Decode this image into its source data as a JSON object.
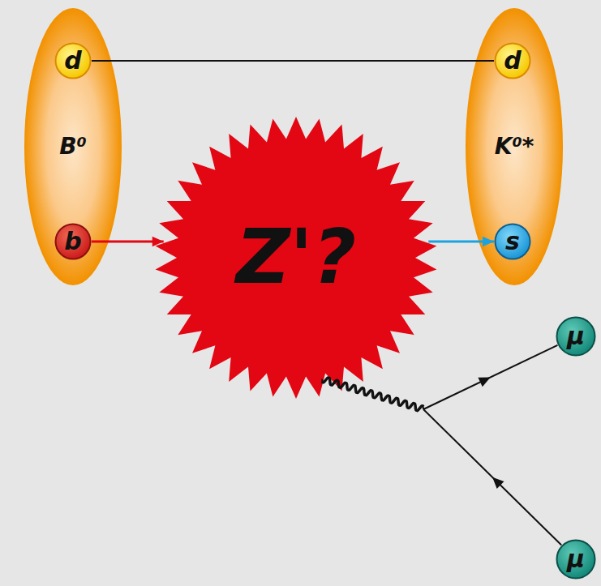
{
  "diagram": {
    "nodes": [
      {
        "text": [
          "B⁰"
        ]
      },
      {
        "text": [
          "d"
        ],
        "in": 0
      },
      {
        "text": [
          "b"
        ],
        "in": 0
      },
      {
        "text": [
          "K⁰*"
        ]
      },
      {
        "text": [
          "d"
        ],
        "in": 3
      },
      {
        "text": [
          "s"
        ],
        "in": 3
      },
      {
        "text": [
          "Z'?"
        ]
      },
      {
        "text": [
          "μ"
        ]
      },
      {
        "text": [
          "μ"
        ]
      }
    ],
    "edges": [
      {
        "from": 1,
        "to": 4,
        "arrow": "none"
      },
      {
        "from": 2,
        "to": 6,
        "arrow": "to"
      },
      {
        "from": 6,
        "to": 5,
        "arrow": "to"
      },
      {
        "from": 6,
        "to": 7,
        "arrow": "to"
      },
      {
        "from": 8,
        "to": 6,
        "arrow": "to"
      }
    ]
  }
}
